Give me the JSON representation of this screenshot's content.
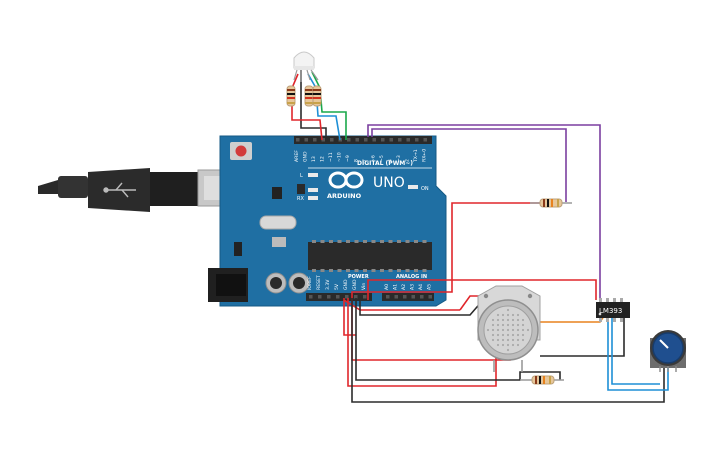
{
  "board": {
    "brand": "ARDUINO",
    "model": "UNO",
    "digital_label": "DIGITAL (PWM~)",
    "power_label": "POWER",
    "analog_label": "ANALOG IN",
    "on_label": "ON",
    "led_l": "L",
    "led_tx": "TX",
    "led_rx": "RX",
    "digital_pins": [
      "AREF",
      "GND",
      "13",
      "12",
      "~11",
      "~10",
      "~9",
      "8",
      "7",
      "~6",
      "~5",
      "4",
      "~3",
      "2",
      "TX→1",
      "RX←0"
    ],
    "power_pins": [
      "IOREF",
      "RESET",
      "3.3V",
      "5V",
      "GND",
      "GND",
      "Vin"
    ],
    "analog_pins": [
      "A0",
      "A1",
      "A2",
      "A3",
      "A4",
      "A5"
    ]
  },
  "comparator": {
    "label": "LM393"
  },
  "colors": {
    "board": "#1f6fa3",
    "board_dark": "#15557f",
    "wire_red": "#e0262b",
    "wire_black": "#2b2b2b",
    "wire_purple": "#7b3fa0",
    "wire_blue": "#1e8fd6",
    "wire_green": "#1aa84b",
    "wire_orange": "#e8821e",
    "usb": "#2a2a2a"
  }
}
